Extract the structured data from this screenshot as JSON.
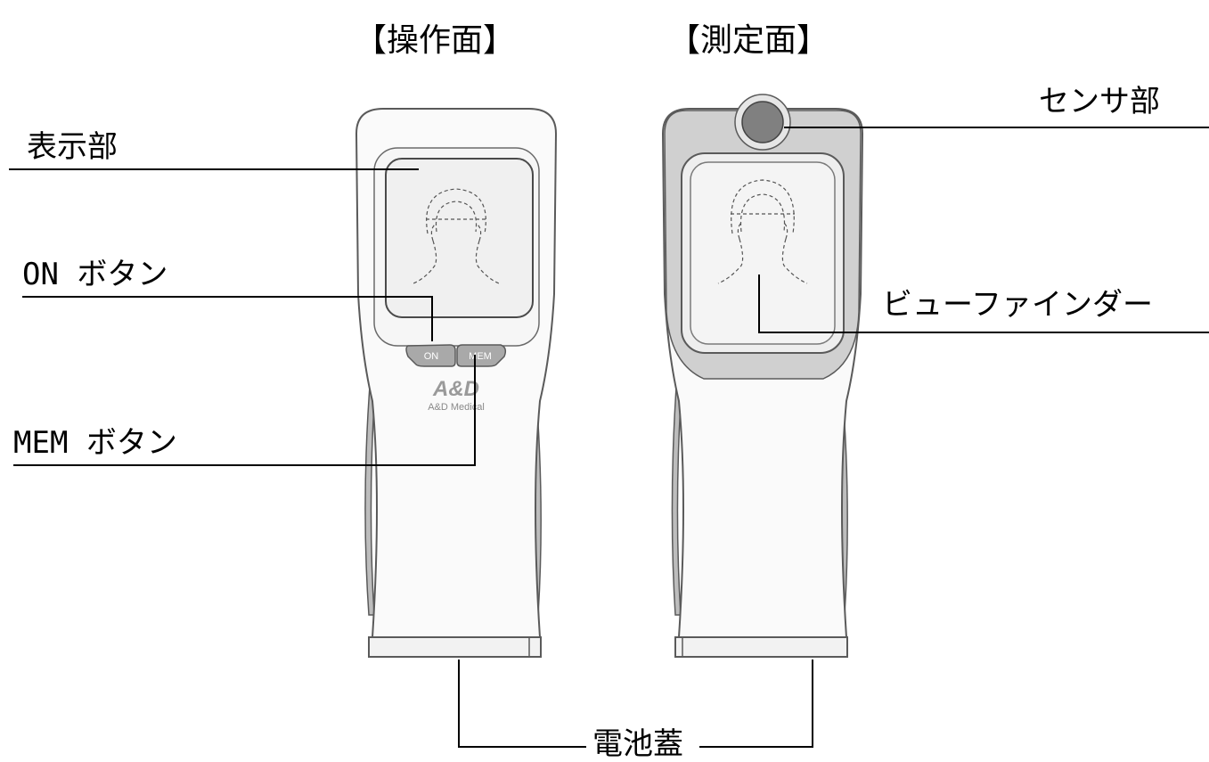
{
  "titles": {
    "operation_side": "【操作面】",
    "measurement_side": "【測定面】"
  },
  "callouts": {
    "display": "表示部",
    "on_button": "ON ボタン",
    "mem_button": "MEM ボタン",
    "sensor": "センサ部",
    "viewfinder": "ビューファインダー",
    "battery_cover": "電池蓋"
  },
  "device": {
    "on_label": "ON",
    "mem_label": "MEM",
    "logo_main": "A&D",
    "logo_sub": "A&D Medical"
  },
  "colors": {
    "body_fill": "#fafafa",
    "outline": "#5a5a5a",
    "button_fill": "#a9a9a9",
    "bezel_fill": "#d0d0d0",
    "sensor_fill": "#808080"
  }
}
